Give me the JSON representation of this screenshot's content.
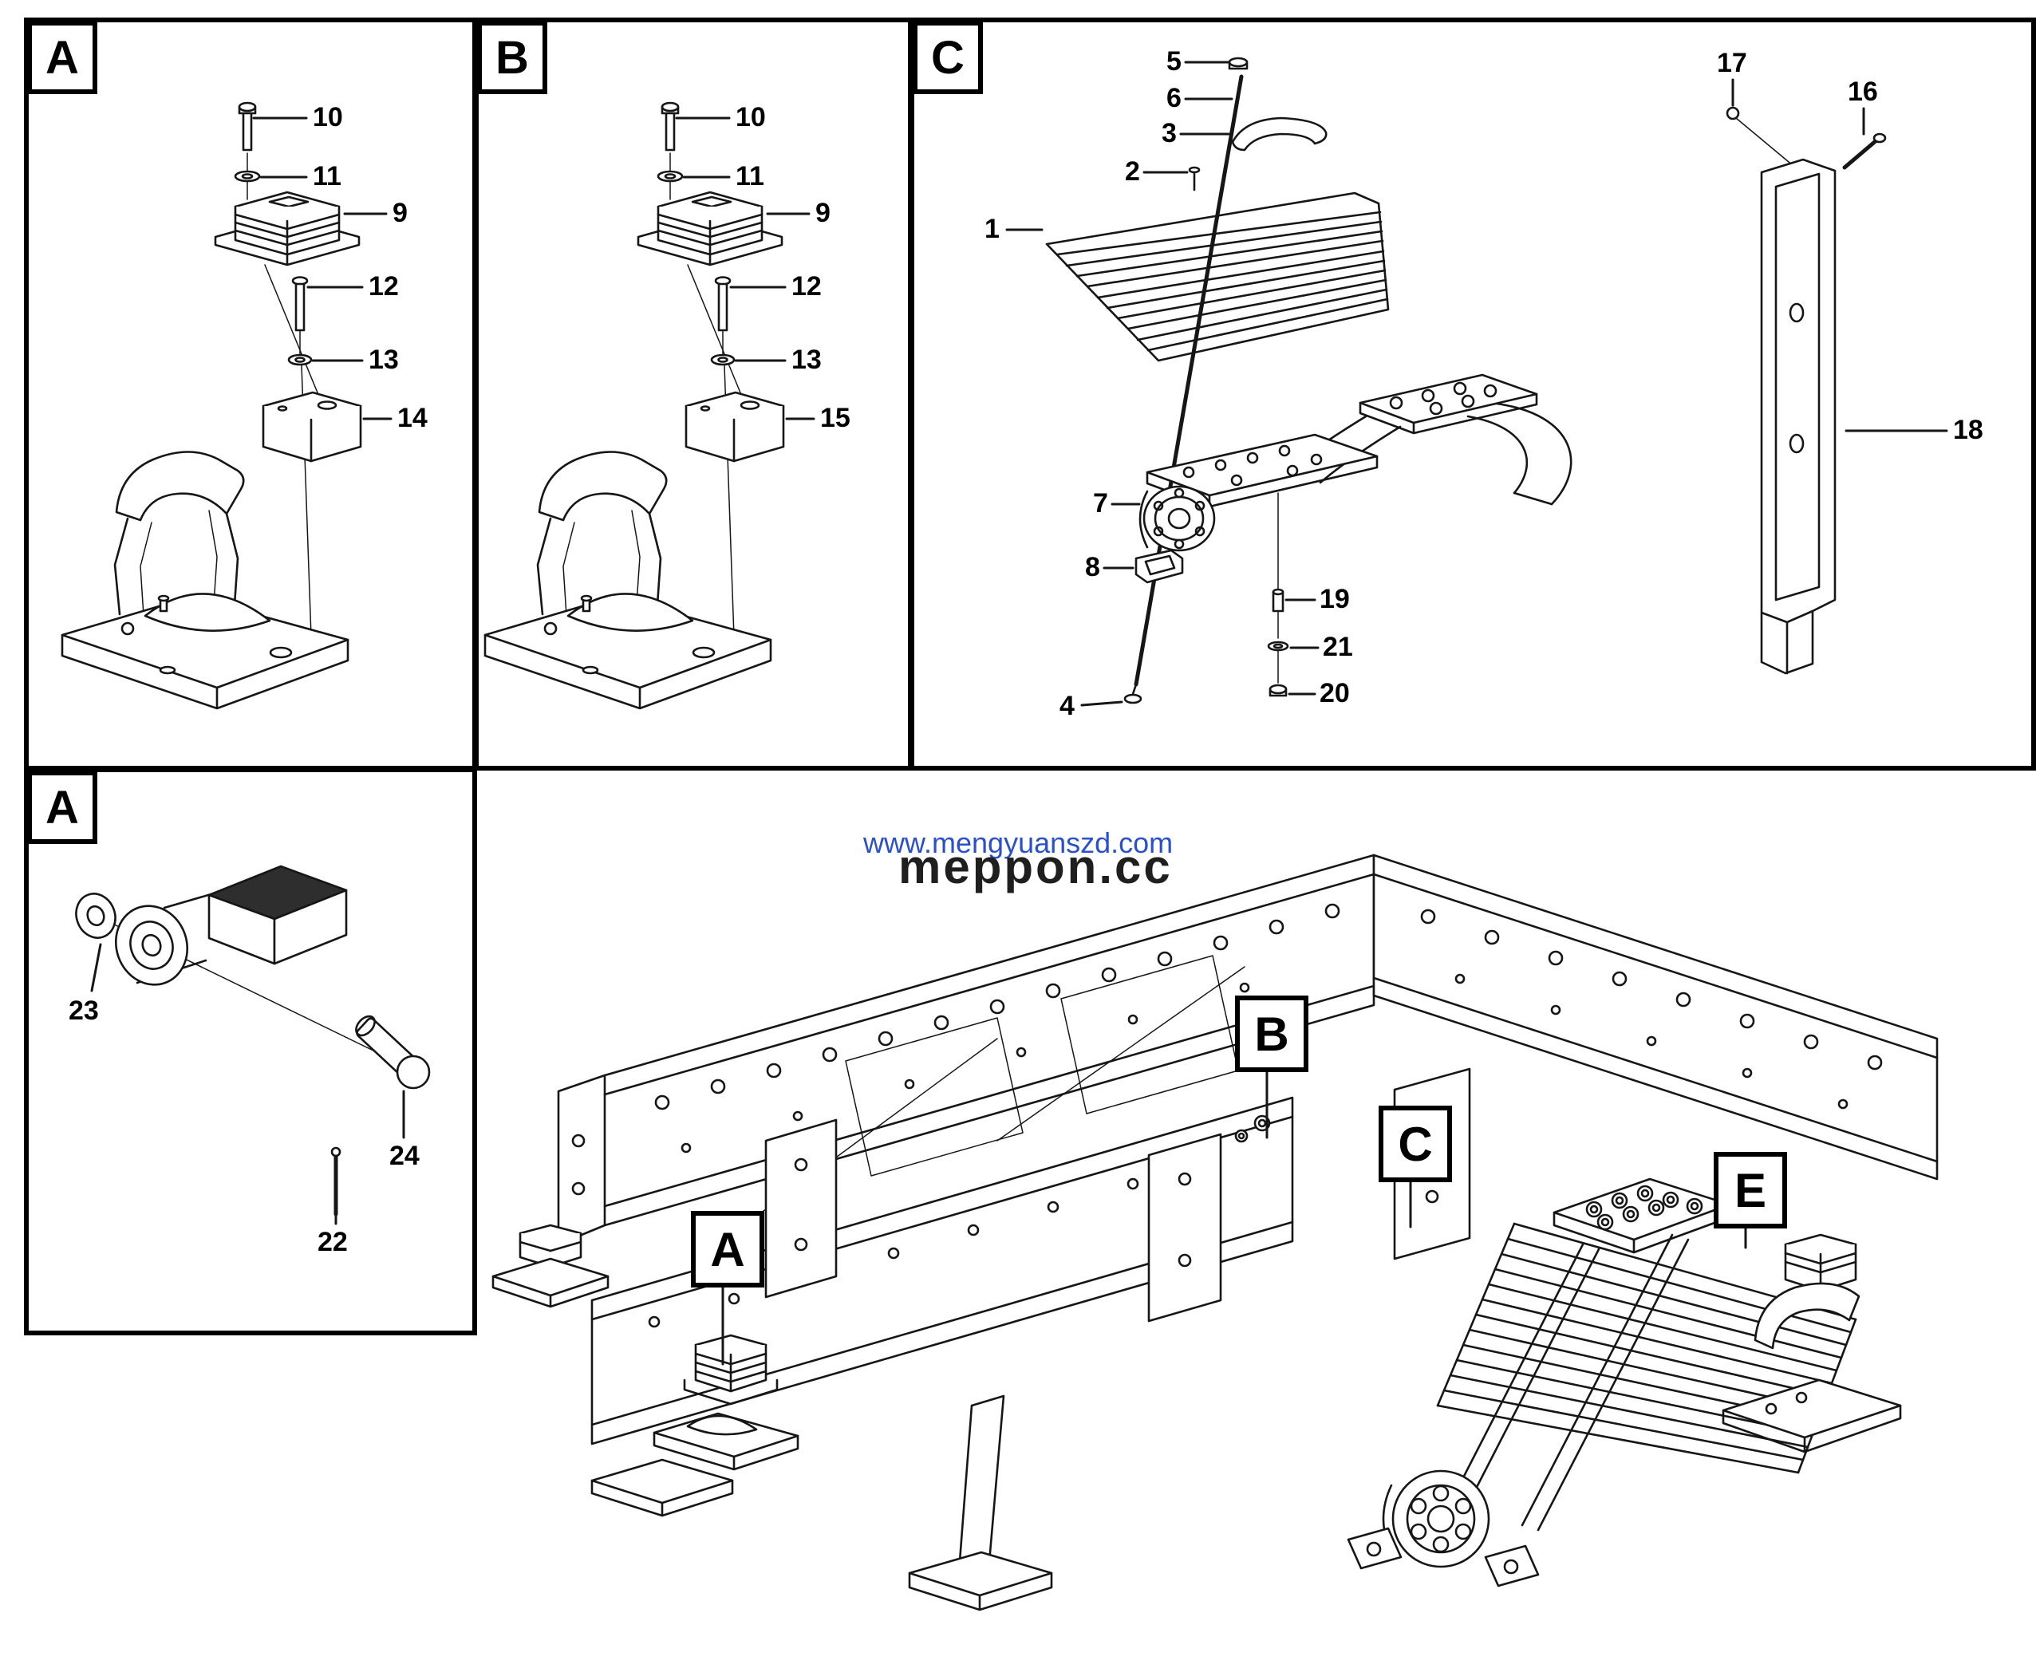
{
  "panels": {
    "a1": "A",
    "b": "B",
    "c": "C",
    "a2": "A"
  },
  "callouts": {
    "a1": {
      "n10": "10",
      "n11": "11",
      "n9": "9",
      "n12": "12",
      "n13": "13",
      "n14": "14"
    },
    "b": {
      "n10": "10",
      "n11": "11",
      "n9": "9",
      "n12": "12",
      "n13": "13",
      "n15": "15"
    },
    "c": {
      "n1": "1",
      "n2": "2",
      "n3": "3",
      "n4": "4",
      "n5": "5",
      "n6": "6",
      "n7": "7",
      "n8": "8",
      "n16": "16",
      "n17": "17",
      "n18": "18",
      "n19": "19",
      "n20": "20",
      "n21": "21"
    },
    "a2": {
      "n22": "22",
      "n23": "23",
      "n24": "24"
    }
  },
  "overview": {
    "a": "A",
    "b": "B",
    "c": "C",
    "e": "E"
  },
  "watermark": {
    "url_text": "www.mengyuanszd.com",
    "site_text": "meppon.cc"
  }
}
